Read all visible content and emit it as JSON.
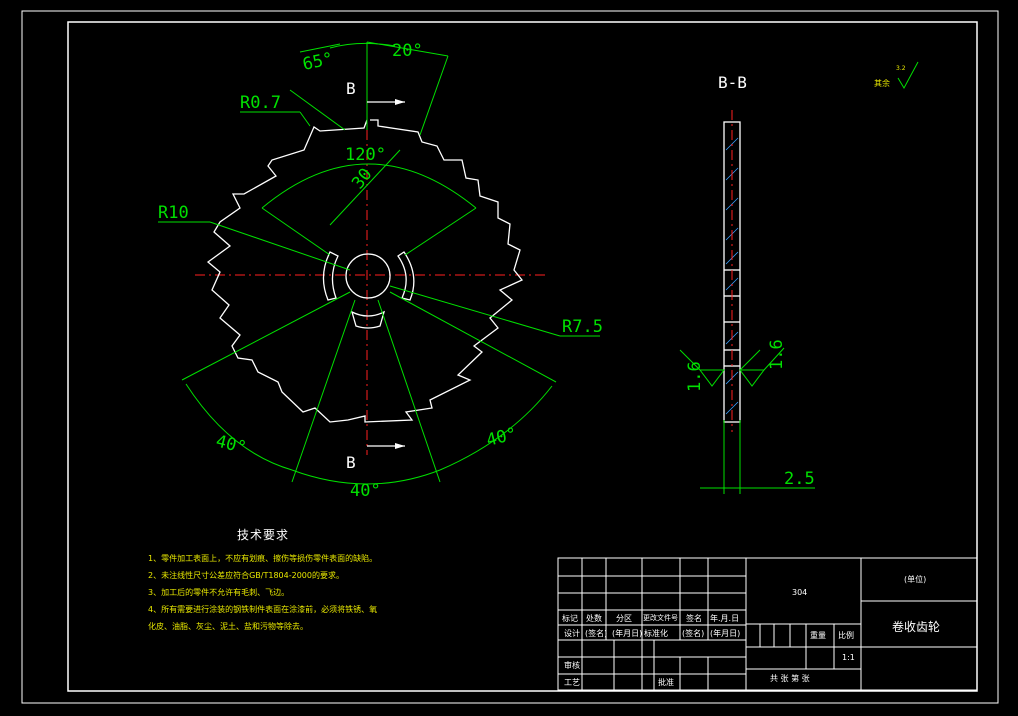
{
  "drawing": {
    "front_view": {
      "dims": {
        "angle_65": "65°",
        "angle_20": "20°",
        "angle_120": "120°",
        "dim_30": "30",
        "r07": "R0.7",
        "r10": "R10",
        "r75": "R7.5",
        "a40_left": "40°",
        "a40_bottom": "40°",
        "a40_right": "40°"
      },
      "section_mark_top": "B",
      "section_mark_bottom": "B"
    },
    "section_view": {
      "title": "B-B",
      "dim_16_left": "1.6",
      "dim_16_right": "1.6",
      "dim_25": "2.5"
    },
    "roughness": {
      "label": "其余",
      "value": "3.2"
    }
  },
  "tech_requirements": {
    "heading": "技术要求",
    "items": [
      "1、零件加工表面上，不应有划痕、擦伤等损伤零件表面的缺陷。",
      "2、未注线性尺寸公差应符合GB/T1804-2000的要求。",
      "3、加工后的零件不允许有毛刺、飞边。",
      "4、所有需要进行涂装的钢铁制件表面在涂漆前，必须将铁锈、氧",
      "化皮、油脂、灰尘、泥土、盐和污物等除去。"
    ]
  },
  "title_block": {
    "material": "304",
    "unit": "(单位)",
    "part_name": "卷收齿轮",
    "row_mark": [
      "标记",
      "处数",
      "分区",
      "更改文件号",
      "签名",
      "年.月.日"
    ],
    "row_design": [
      "设计",
      "(签名)",
      "(年月日)",
      "标准化",
      "(签名)",
      "(年月日)"
    ],
    "review": "审核",
    "process": "工艺",
    "approve": "批准",
    "weight": "重量",
    "scale": "比例",
    "scale_value": "1:1",
    "sheets": "共  张  第  张"
  }
}
